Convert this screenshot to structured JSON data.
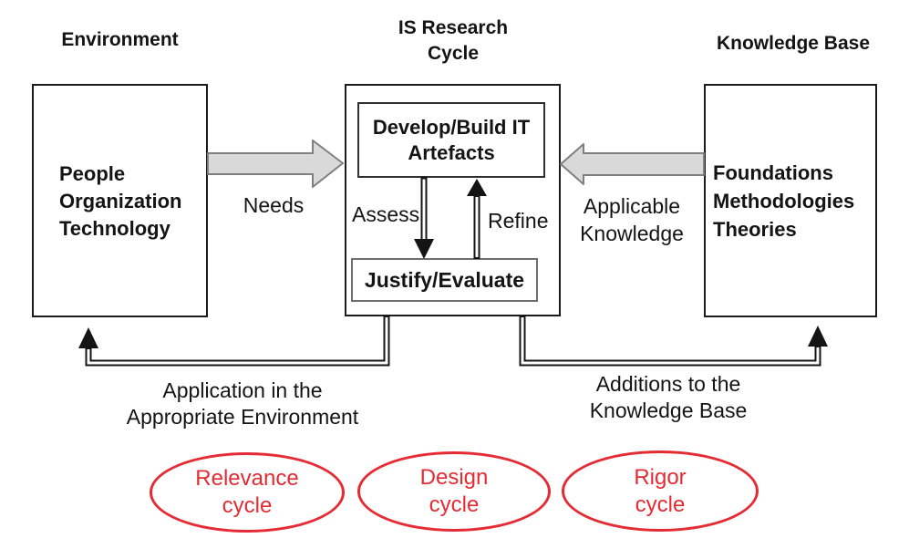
{
  "headings": {
    "environment": "Environment",
    "is_research_line1": "IS Research",
    "is_research_line2": "Cycle",
    "knowledge_base": "Knowledge Base"
  },
  "environment_box": {
    "items": [
      "People",
      "Organization",
      "Technology"
    ]
  },
  "research_box": {
    "develop_line1": "Develop/Build IT",
    "develop_line2": "Artefacts",
    "justify": "Justify/Evaluate"
  },
  "knowledge_box": {
    "items": [
      "Foundations",
      "Methodologies",
      "Theories"
    ]
  },
  "arrow_labels": {
    "needs": "Needs",
    "assess": "Assess",
    "refine": "Refine",
    "applicable_line1": "Applicable",
    "applicable_line2": "Knowledge",
    "application_line1": "Application in the",
    "application_line2": "Appropriate Environment",
    "additions_line1": "Additions to the",
    "additions_line2": "Knowledge Base"
  },
  "cycles": [
    {
      "line1": "Relevance",
      "line2": "cycle"
    },
    {
      "line1": "Design",
      "line2": "cycle"
    },
    {
      "line1": "Rigor",
      "line2": "cycle"
    }
  ],
  "icons": {
    "needs_arrow": "right-block-arrow-icon",
    "applicable_arrow": "left-block-arrow-icon",
    "assess_arrow": "down-double-line-arrow-icon",
    "refine_arrow": "up-double-line-arrow-icon",
    "application_feedback_arrow": "left-up-feedback-arrow-icon",
    "additions_feedback_arrow": "right-up-feedback-arrow-icon"
  },
  "colors": {
    "cycle_red": "#e52b33",
    "arrow_fill": "#d9d9d9",
    "arrow_stroke": "#7f7f7f",
    "ink": "#141414"
  }
}
